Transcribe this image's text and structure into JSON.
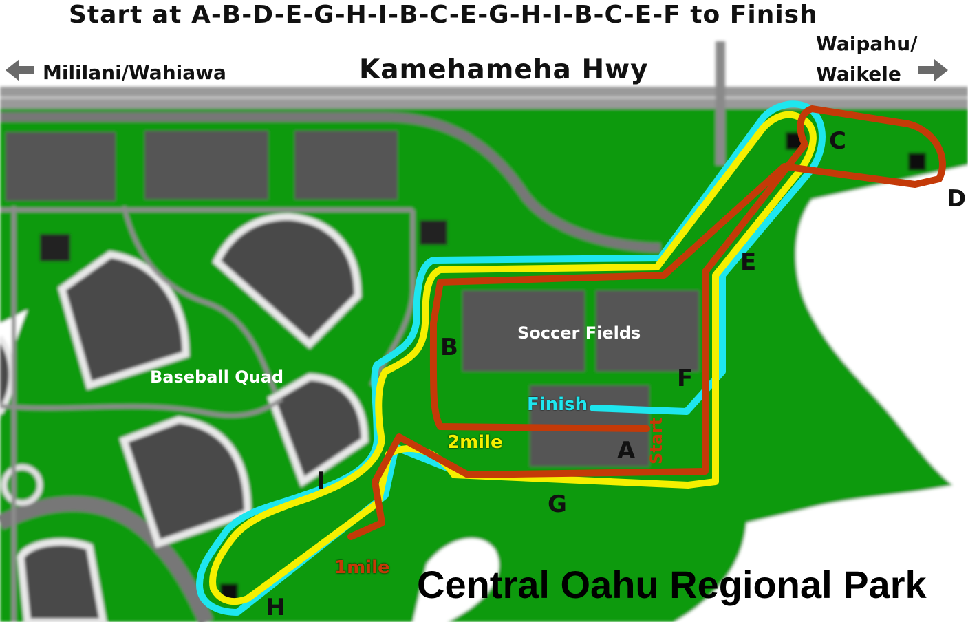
{
  "title": "Start at A-B-D-E-G-H-I-B-C-E-G-H-I-B-C-E-F to Finish",
  "road": {
    "name": "Kamehameha Hwy",
    "west": "Mililani/Wahiawa",
    "east_line1": "Waipahu/",
    "east_line2": "Waikele"
  },
  "park_name": "Central Oahu Regional Park",
  "areas": {
    "soccer": "Soccer Fields",
    "baseball": "Baseball Quad"
  },
  "waypoints": {
    "A": "A",
    "B": "B",
    "C": "C",
    "D": "D",
    "E": "E",
    "F": "F",
    "G": "G",
    "H": "H",
    "I": "I"
  },
  "markers": {
    "start": "Start",
    "finish": "Finish",
    "mile1": "1mile",
    "mile2": "2mile"
  },
  "colors": {
    "grass": "#0a9a0a",
    "pavement": "#5b5b5b",
    "route_red": "#c43a08",
    "route_yellow": "#f5f000",
    "route_cyan": "#1ee6ee"
  }
}
